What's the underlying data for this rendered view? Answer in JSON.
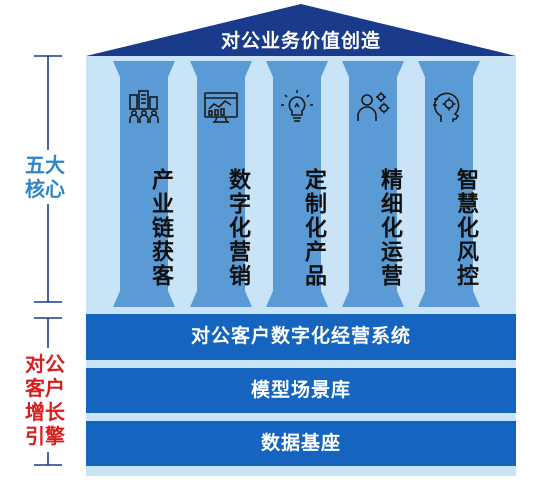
{
  "roof": {
    "title": "对公业务价值创造"
  },
  "side_labels": {
    "top": "五大\n核心",
    "bottom": "对公\n客户\n增长\n引擎"
  },
  "pillars": [
    {
      "label": "产业链获客",
      "icon": "buildings-people-icon"
    },
    {
      "label": "数字化营销",
      "icon": "analytics-dashboard-icon"
    },
    {
      "label": "定制化产品",
      "icon": "lightbulb-idea-icon"
    },
    {
      "label": "精细化运营",
      "icon": "person-gears-icon"
    },
    {
      "label": "智慧化风控",
      "icon": "head-gear-icon"
    }
  ],
  "foundation": [
    {
      "label": "对公客户数字化经营系统"
    },
    {
      "label": "模型场景库"
    },
    {
      "label": "数据基座"
    }
  ],
  "colors": {
    "roof": "#1a3a8c",
    "bars": "#1565c0",
    "hall": "#c9e4f7",
    "pillar": "#5b9bd5",
    "side_top": "#2e86c9",
    "side_bottom": "#d81f1f",
    "bracket": "#1a3a8c"
  }
}
